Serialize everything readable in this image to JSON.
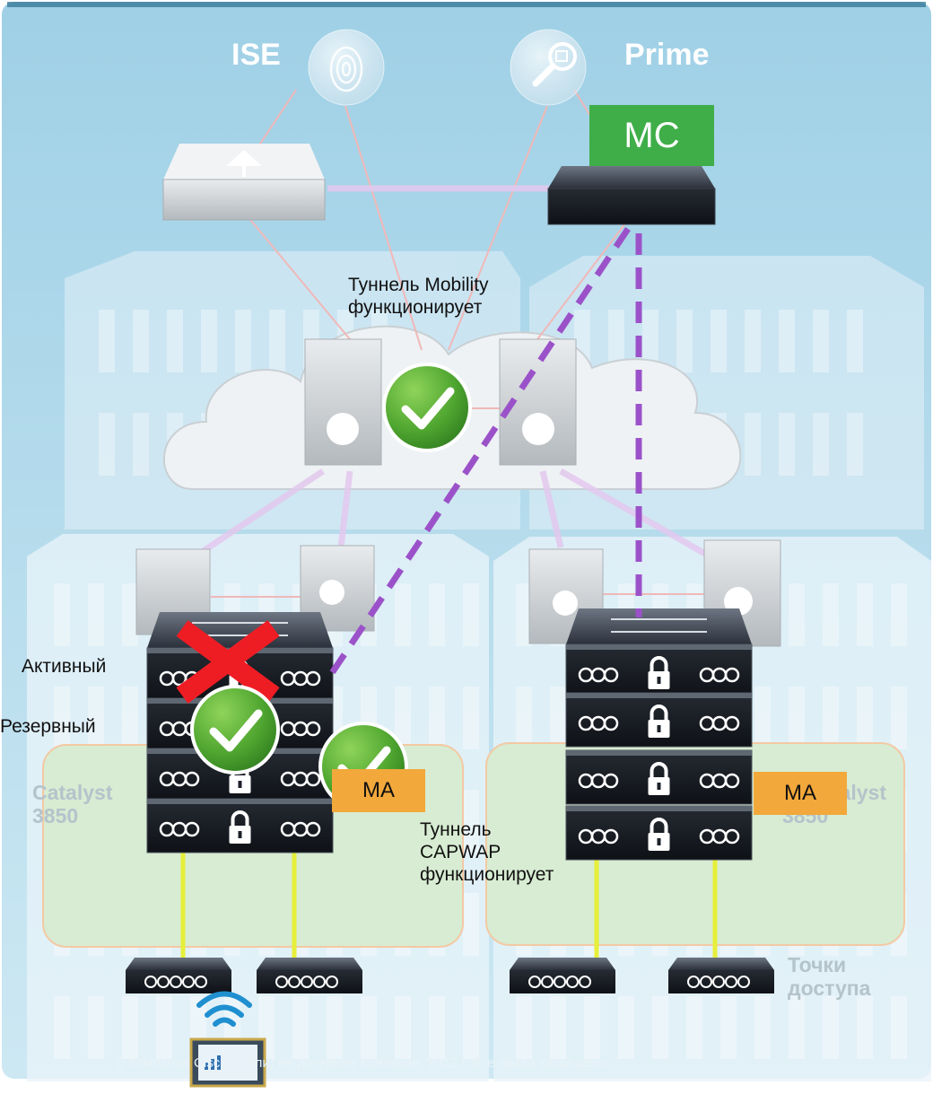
{
  "servers": {
    "ise": {
      "label": "ISE",
      "icon": "fingerprint-icon"
    },
    "prime": {
      "label": "Prime",
      "icon": "magnifier-icon"
    }
  },
  "badges": {
    "mc": "MC",
    "ma_left": "MA",
    "ma_right": "MA"
  },
  "annotations": {
    "mobility_tunnel": [
      "Туннель Mobility",
      "функционирует"
    ],
    "capwap_tunnel": [
      "Туннель",
      "CAPWAP",
      "функционирует"
    ]
  },
  "stack_roles": {
    "active": "Активный",
    "standby": "Резервный"
  },
  "buildings": {
    "left": [
      "Catalyst",
      "3850"
    ],
    "right": [
      "Catalyst",
      "3850"
    ]
  },
  "access_points": [
    "Точки",
    "доступа"
  ],
  "footer": {
    "copyright": "© Компания Cisco и (или) ее дочерние компании, 2012 г. Все права защищены."
  },
  "colors": {
    "background": "#b9dcec",
    "tunnel": "#9b52c9",
    "mc_badge": "#3fae49",
    "ma_badge": "#f2a83b",
    "check": "#4ea52f",
    "failure_x": "#ee1d24",
    "uplink": "#e6ef3a"
  }
}
